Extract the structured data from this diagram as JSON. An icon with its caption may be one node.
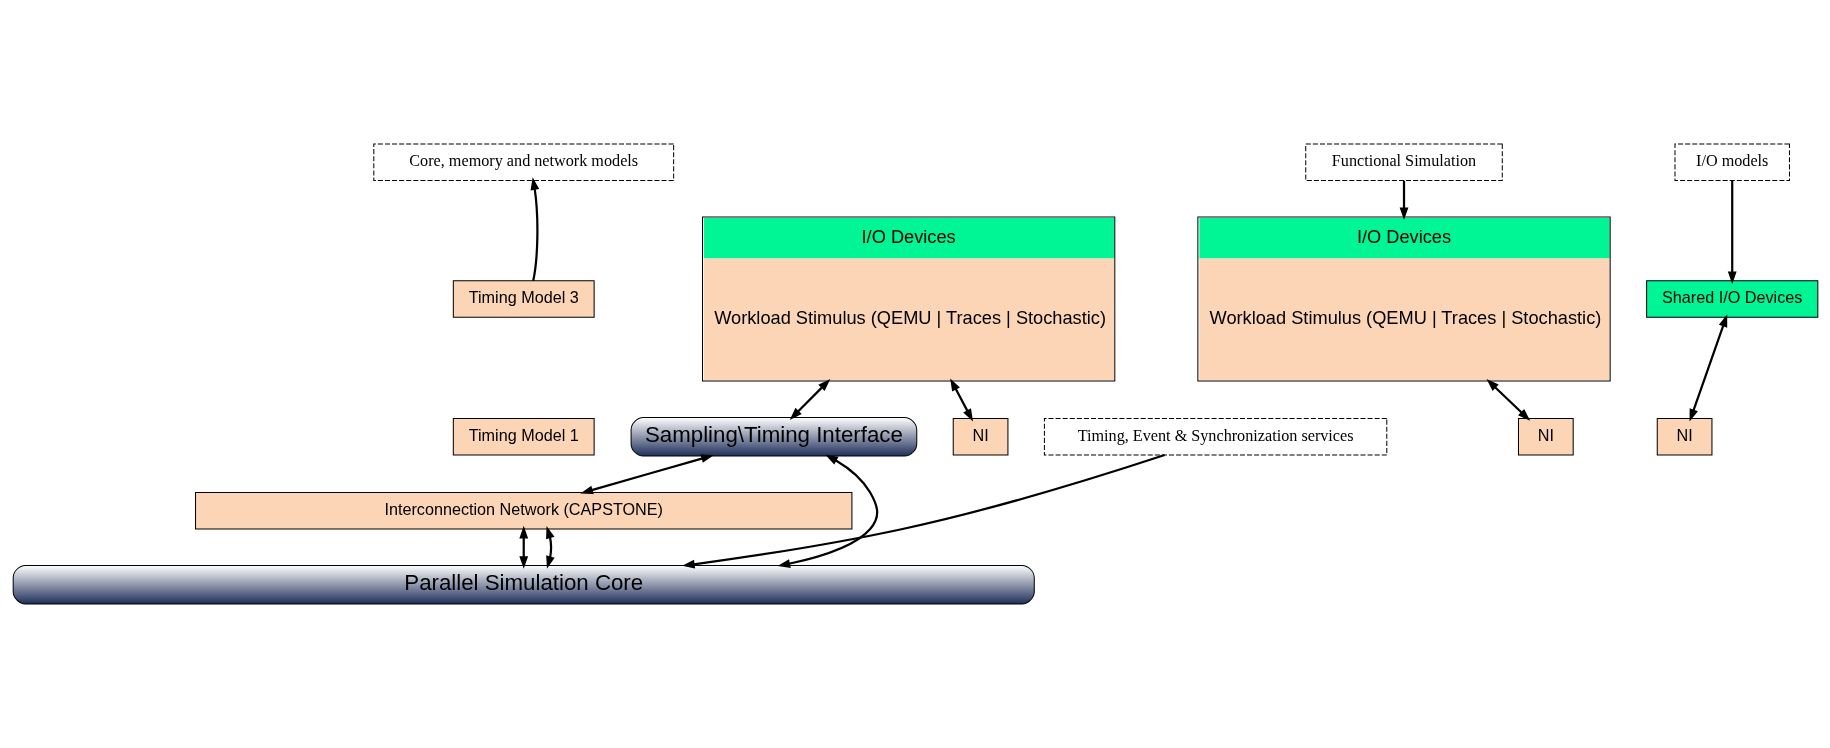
{
  "diagram": {
    "nodes": [
      {
        "text": [
          "Core, memory and network models"
        ]
      },
      {
        "text": [
          "Timing Model 3"
        ]
      },
      {
        "text": [
          "Timing Model 1"
        ]
      },
      {
        "text": [
          "Sampling\\Timing Interface"
        ]
      },
      {
        "text": [
          "I/O Devices",
          "Workload Stimulus (QEMU | Traces | Stochastic)"
        ]
      },
      {
        "text": [
          "I/O Devices",
          "Workload Stimulus (QEMU | Traces | Stochastic)"
        ]
      },
      {
        "text": [
          "Functional Simulation"
        ]
      },
      {
        "text": [
          "I/O models"
        ]
      },
      {
        "text": [
          "Shared I/O Devices"
        ]
      },
      {
        "text": [
          "NI"
        ]
      },
      {
        "text": [
          "NI"
        ]
      },
      {
        "text": [
          "NI"
        ]
      },
      {
        "text": [
          "Interconnection Network (CAPSTONE)"
        ]
      },
      {
        "text": [
          "Timing, Event & Synchronization services"
        ]
      },
      {
        "text": [
          "Parallel Simulation Core"
        ]
      }
    ],
    "edges": [
      {
        "from": 1,
        "to": 0,
        "arrow": "to"
      },
      {
        "from": 3,
        "to": 4,
        "arrow": "both"
      },
      {
        "from": 3,
        "to": 12,
        "arrow": "both"
      },
      {
        "from": 6,
        "to": 5,
        "arrow": "to"
      },
      {
        "from": 7,
        "to": 8,
        "arrow": "to"
      },
      {
        "from": 9,
        "to": 4,
        "arrow": "both"
      },
      {
        "from": 10,
        "to": 5,
        "arrow": "both"
      },
      {
        "from": 11,
        "to": 8,
        "arrow": "both"
      },
      {
        "from": 3,
        "to": 14,
        "arrow": "both"
      },
      {
        "from": 12,
        "to": 14,
        "arrow": "both"
      },
      {
        "from": 12,
        "to": 14,
        "arrow": "both"
      },
      {
        "from": 13,
        "to": 14,
        "arrow": "to"
      }
    ]
  }
}
